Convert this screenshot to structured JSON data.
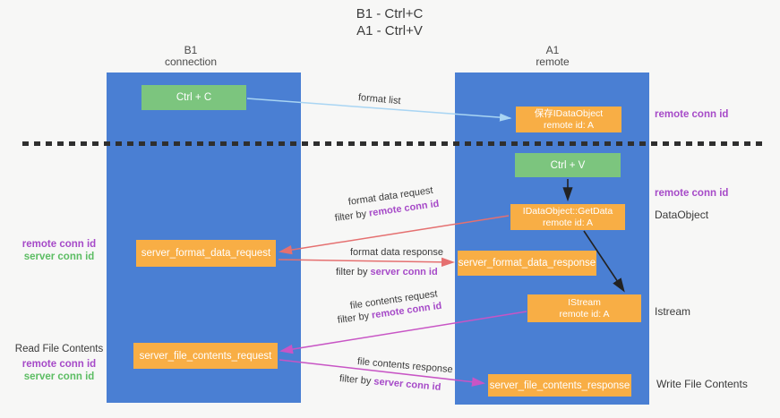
{
  "title": {
    "line1": "B1 - Ctrl+C",
    "line2": "A1 - Ctrl+V"
  },
  "lifelines": {
    "left": {
      "name": "B1",
      "role": "connection"
    },
    "right": {
      "name": "A1",
      "role": "remote"
    }
  },
  "boxes": {
    "ctrl_c": "Ctrl + C",
    "ctrl_v": "Ctrl + V",
    "save_dataobject": {
      "line1": "保存IDataObject",
      "line2": "remote id: A"
    },
    "getdata": {
      "line1": "IDataObject::GetData",
      "line2": "remote id: A"
    },
    "istream": {
      "line1": "IStream",
      "line2": "remote id: A"
    },
    "format_request": "server_format_data_request",
    "format_response": "server_format_data_response",
    "file_request": "server_file_contents_request",
    "file_response": "server_file_contents_response"
  },
  "flow_labels": {
    "format_list": "format list",
    "format_data_request": {
      "text": "format data request",
      "filter_prefix": "filter by ",
      "filter_key": "remote conn id"
    },
    "format_data_response": {
      "text": "format data response",
      "filter_prefix": "filter by ",
      "filter_key": "server conn id"
    },
    "file_contents_request": {
      "text": "file contents request",
      "filter_prefix": "filter by ",
      "filter_key": "remote conn id"
    },
    "file_contents_response": {
      "text": "file contents response",
      "filter_prefix": "filter by ",
      "filter_key": "server conn id"
    }
  },
  "annotations": {
    "right_top_conn_id": "remote conn id",
    "right_mid_conn_id": "remote conn id",
    "right_dataobject": "DataObject",
    "right_istream": "Istream",
    "right_write_file": "Write File Contents",
    "left_format": {
      "remote": "remote conn id",
      "server": "server conn id"
    },
    "left_read_file": "Read File Contents",
    "left_file": {
      "remote": "remote conn id",
      "server": "server conn id"
    }
  },
  "colors": {
    "lifeline_blue": "#4a7fd3",
    "box_green": "#7cc57e",
    "box_orange": "#f8ae45",
    "accent_purple": "#a64ac8",
    "accent_green": "#5cbd63",
    "arrow_red": "#e57070",
    "arrow_magenta": "#c855c5",
    "arrow_lightblue": "#a9d5f3",
    "arrow_black": "#222222",
    "separator": "#2f2f2f"
  }
}
